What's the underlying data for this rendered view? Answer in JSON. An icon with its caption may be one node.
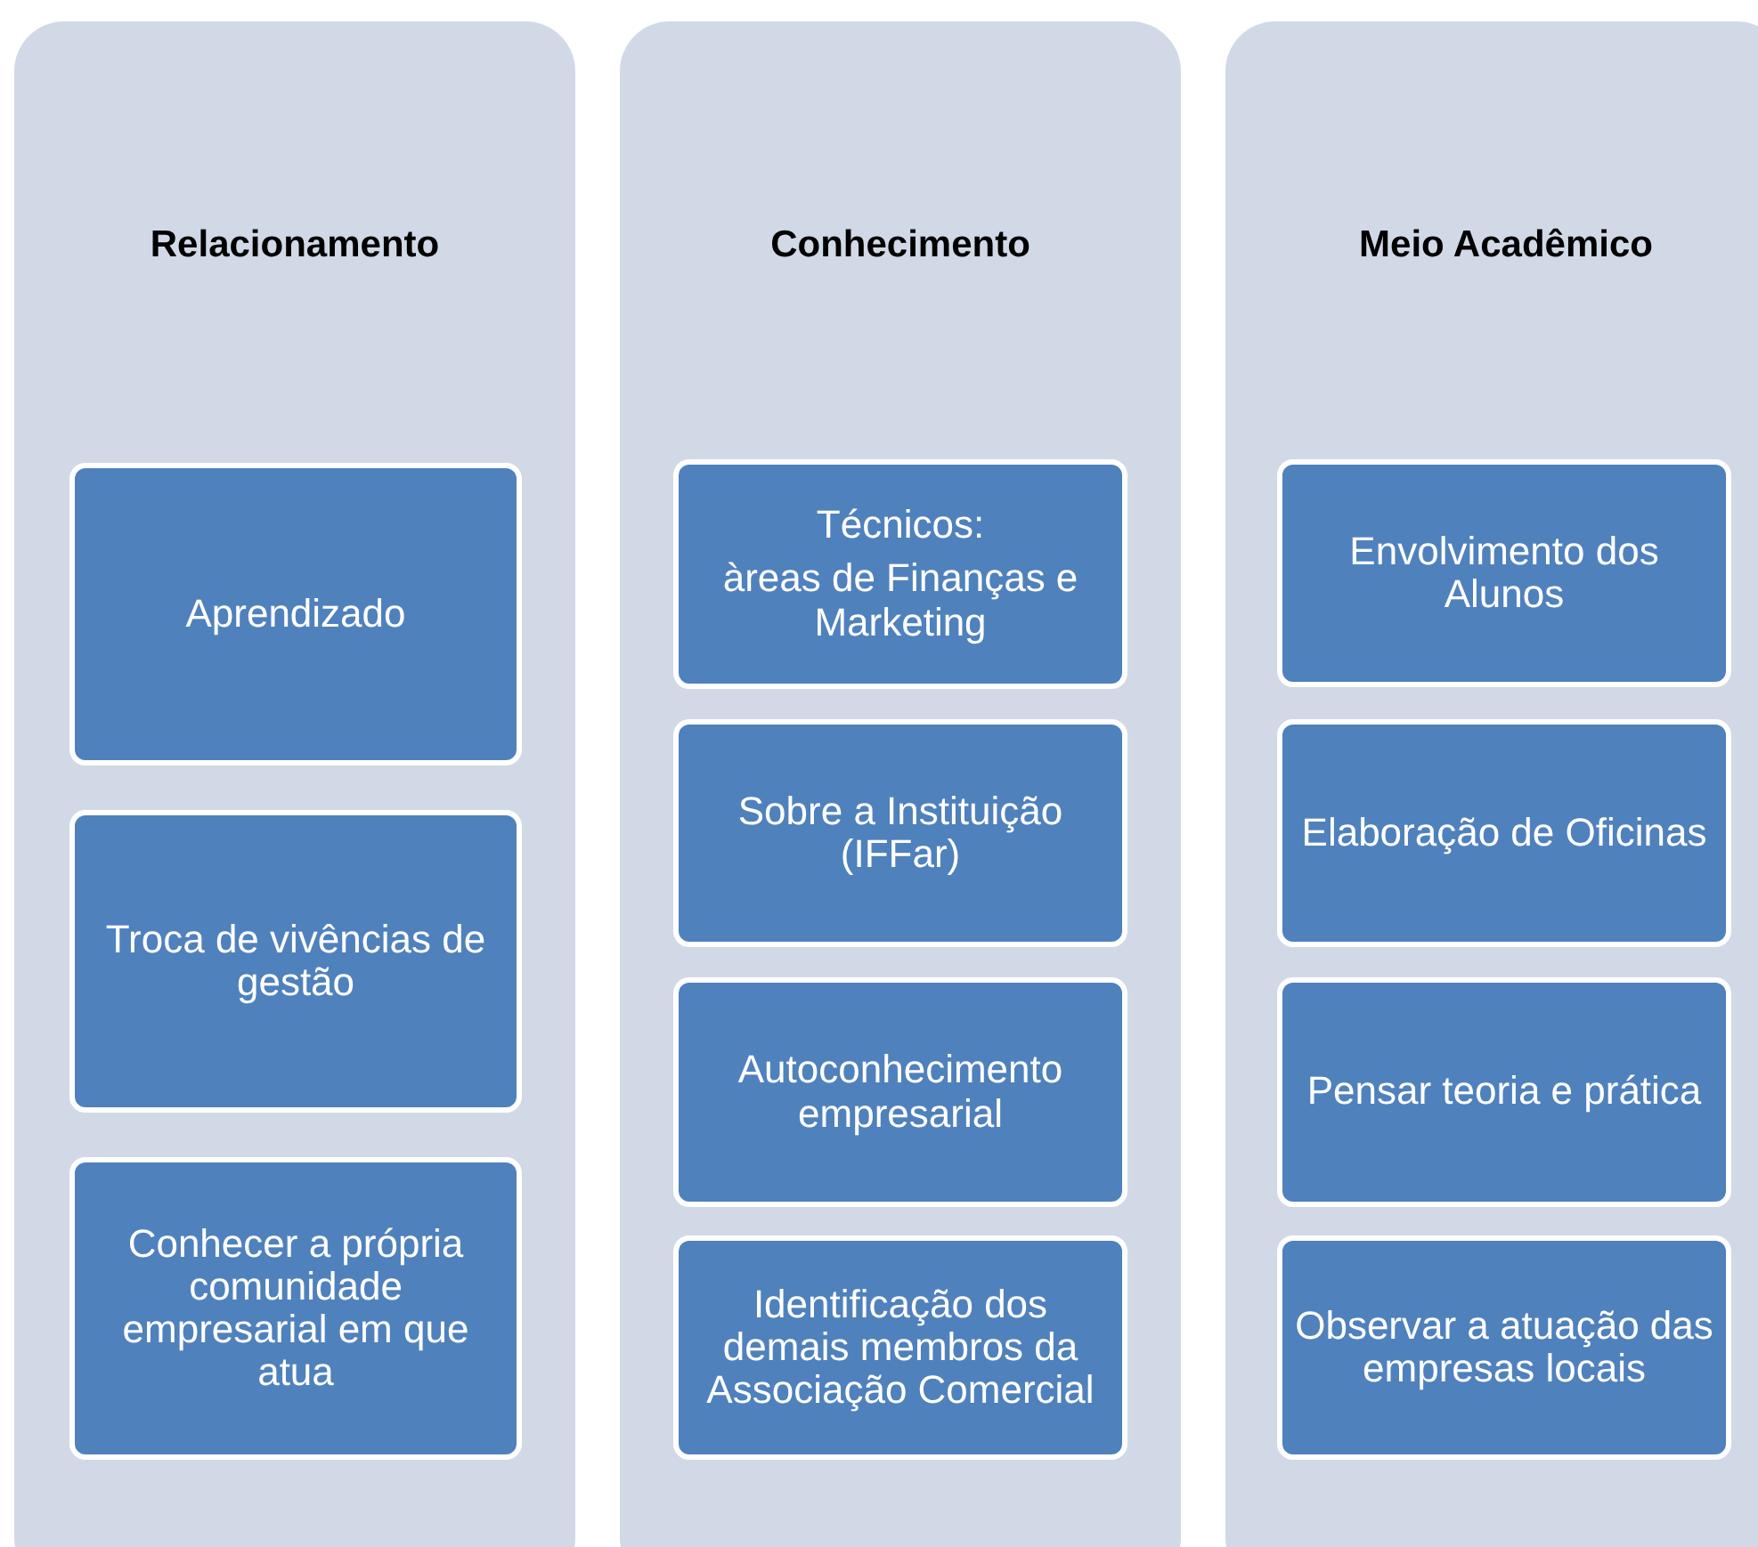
{
  "diagram": {
    "nodes": [
      {
        "text": [
          "Relacionamento"
        ]
      },
      {
        "text": [
          "Aprendizado"
        ],
        "in": 0
      },
      {
        "text": [
          "Troca de vivências de gestão"
        ],
        "in": 0
      },
      {
        "text": [
          "Conhecer a própria comunidade empresarial em que atua"
        ],
        "in": 0
      },
      {
        "text": [
          "Conhecimento"
        ]
      },
      {
        "text": [
          "Técnicos:",
          "àreas de Finanças e Marketing"
        ],
        "in": 4
      },
      {
        "text": [
          "Sobre a Instituição (IFFar)"
        ],
        "in": 4
      },
      {
        "text": [
          "Autoconhecimento empresarial"
        ],
        "in": 4
      },
      {
        "text": [
          "Identificação dos demais membros da Associação Comercial"
        ],
        "in": 4
      },
      {
        "text": [
          "Meio Acadêmico"
        ]
      },
      {
        "text": [
          "Envolvimento dos Alunos"
        ],
        "in": 9
      },
      {
        "text": [
          "Elaboração de Oficinas"
        ],
        "in": 9
      },
      {
        "text": [
          "Pensar teoria e prática"
        ],
        "in": 9
      },
      {
        "text": [
          "Observar a atuação das empresas locais"
        ],
        "in": 9
      }
    ]
  }
}
